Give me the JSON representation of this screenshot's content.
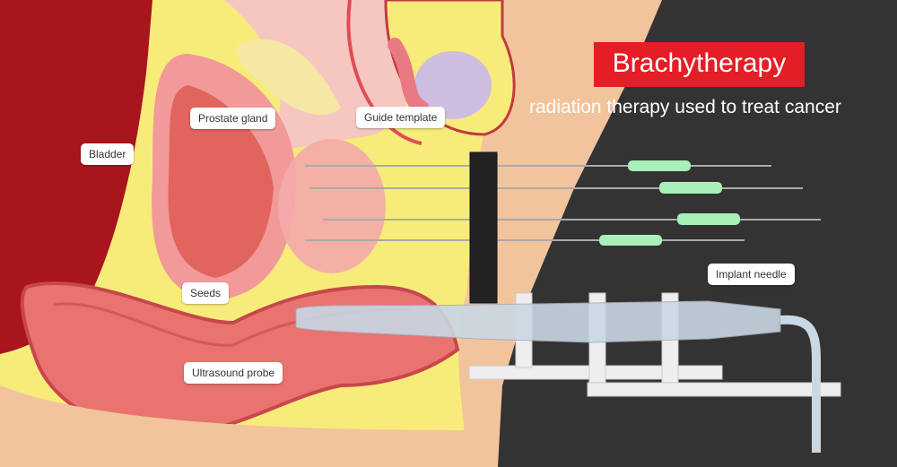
{
  "title": "Brachytherapy",
  "subtitle": "radiation therapy used to treat cancer",
  "labels": {
    "bladder": "Bladder",
    "prostate": "Prostate gland",
    "guide": "Guide template",
    "seeds": "Seeds",
    "probe": "Ultrasound probe",
    "needle": "Implant needle"
  },
  "colors": {
    "title_bg": "#e41e26",
    "dark_bg": "#333333",
    "skin": "#f2c49b",
    "fat": "#f7ec7a",
    "tissue": "#e8736f"
  }
}
